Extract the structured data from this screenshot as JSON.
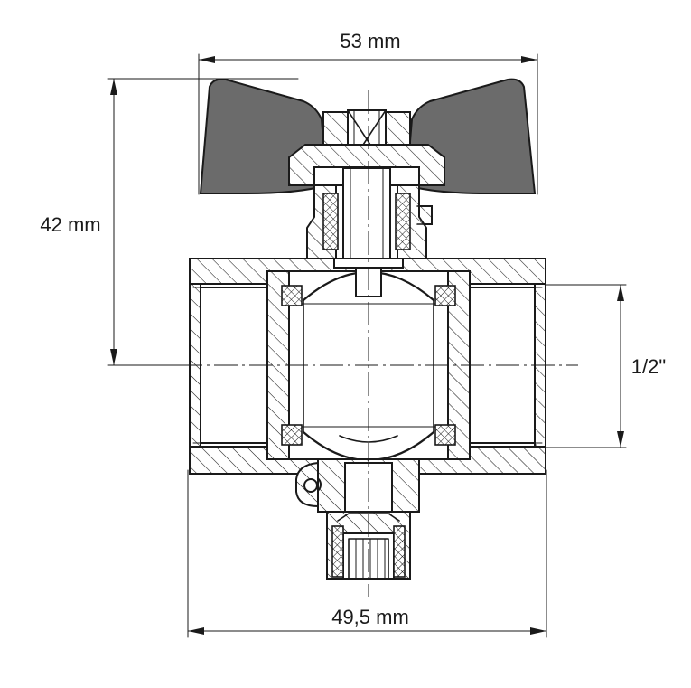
{
  "dimensions": {
    "overall_width": "53 mm",
    "height": "42 mm",
    "body_length": "49,5 mm",
    "thread_size": "1/2\""
  },
  "colors": {
    "line": "#1a1a1a",
    "handle": "#6b6b6b",
    "background": "#ffffff"
  }
}
